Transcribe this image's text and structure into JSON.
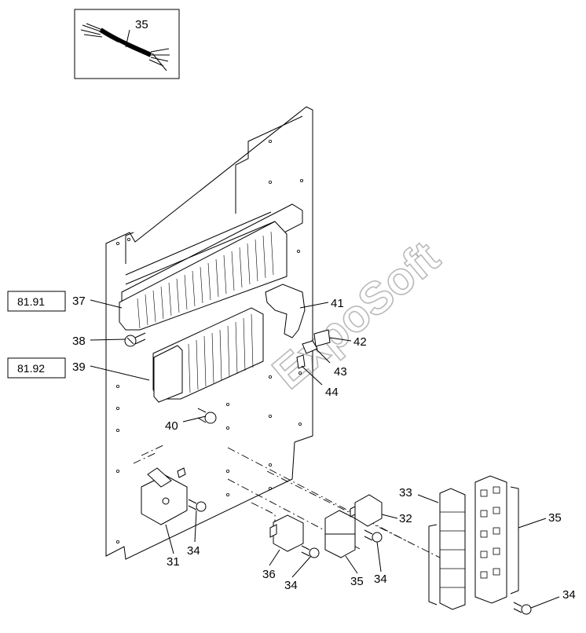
{
  "watermark": "ExpoSoft",
  "references": [
    {
      "id": "ref-1",
      "text": "81.91"
    },
    {
      "id": "ref-2",
      "text": "81.92"
    }
  ],
  "callouts": {
    "inset_harness": "35",
    "terminal_strip_upper": "37",
    "screw_upper": "38",
    "terminal_strip_lower": "39",
    "screw_lower": "40",
    "end_bracket": "41",
    "bridge_jumper": "42",
    "small_connector": "43",
    "end_plate": "44",
    "relay_base": "31",
    "screw_relay": "34",
    "relay_36": "36",
    "screw_36": "34",
    "relay_35": "35",
    "screw_35": "34",
    "relay_32": "32",
    "screw_32": "34",
    "relay_stack": "33",
    "relay_bank": "35",
    "screw_bank": "34"
  }
}
